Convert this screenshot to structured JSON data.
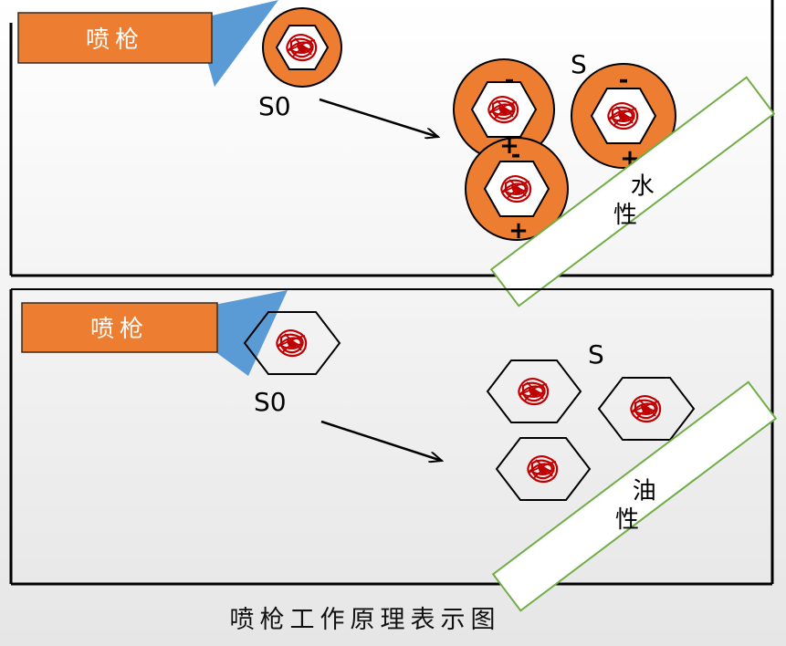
{
  "panels": [
    {
      "spray_gun_label": "喷枪",
      "initial_particle_label": "S0",
      "dispersed_particle_label": "S",
      "substrate_label": [
        "水",
        "性"
      ],
      "charge_negative": "-",
      "charge_positive": "+"
    },
    {
      "spray_gun_label": "喷枪",
      "initial_particle_label": "S0",
      "dispersed_particle_label": "S",
      "substrate_label": [
        "油",
        "性"
      ]
    }
  ],
  "caption": "喷枪工作原理表示图",
  "colors": {
    "gun_fill": "#ED7D31",
    "nozzle_fill": "#5B9BD5",
    "shell_fill": "#ED7D31",
    "pigment_red": "#C00000",
    "substrate_border": "#70AD47"
  }
}
